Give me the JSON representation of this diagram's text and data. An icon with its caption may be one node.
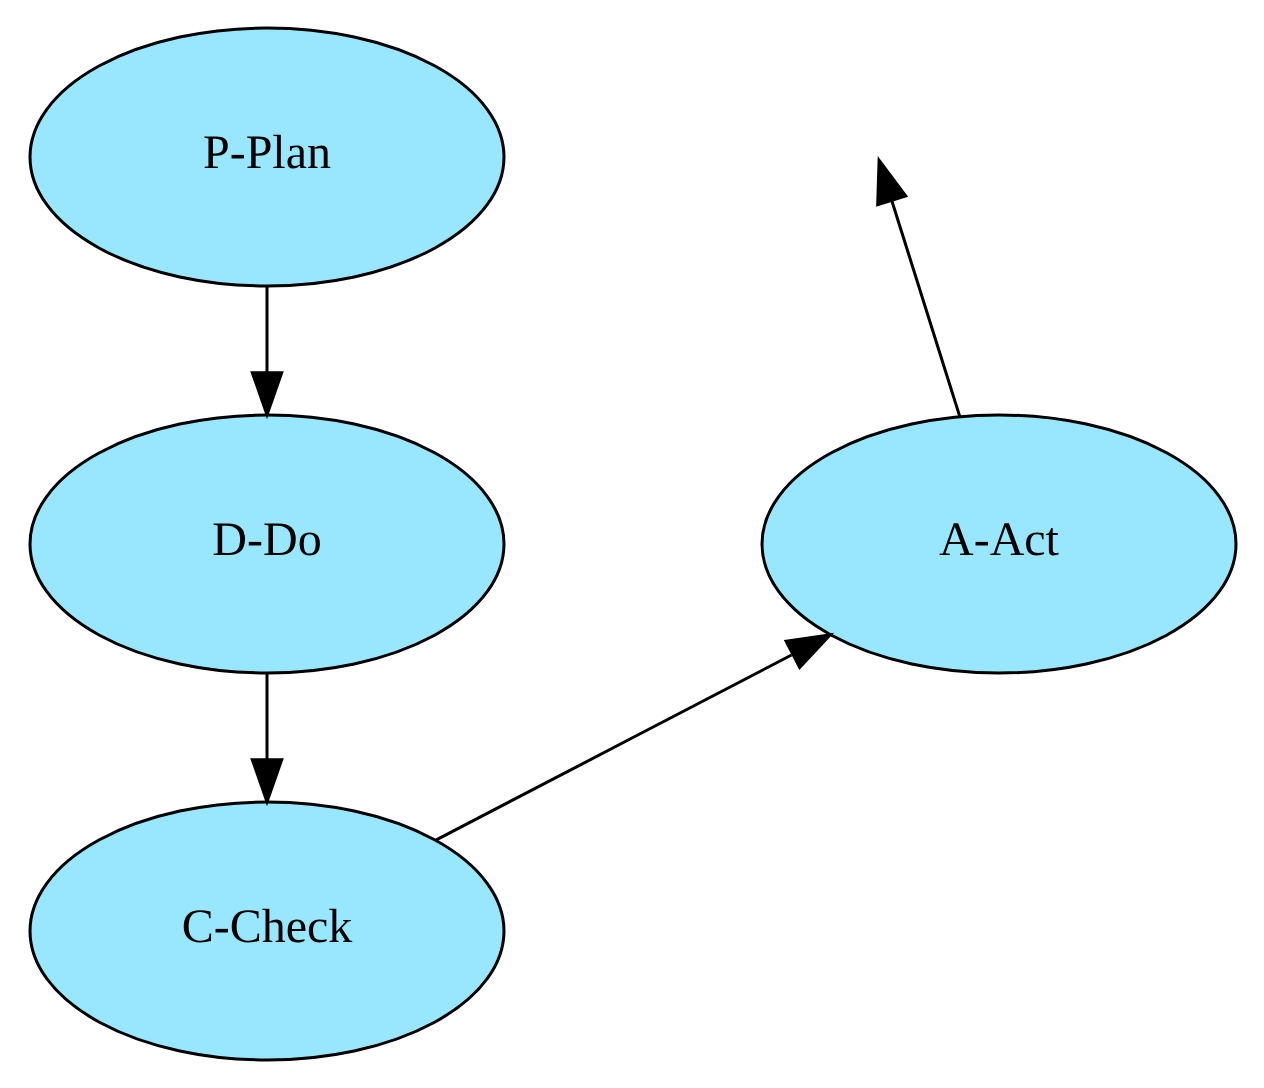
{
  "diagram": {
    "nodes": [
      {
        "text": [
          "P-Plan"
        ]
      },
      {
        "text": [
          "D-Do"
        ]
      },
      {
        "text": [
          "C-Check"
        ]
      },
      {
        "text": [
          "A-Act"
        ]
      }
    ],
    "edges": [
      {
        "from": 0,
        "to": 1,
        "arrow": "to"
      },
      {
        "from": 1,
        "to": 2,
        "arrow": "to"
      },
      {
        "from": 2,
        "to": 3,
        "arrow": "to"
      },
      {
        "from": 3,
        "to": null,
        "arrow": "to"
      }
    ]
  }
}
